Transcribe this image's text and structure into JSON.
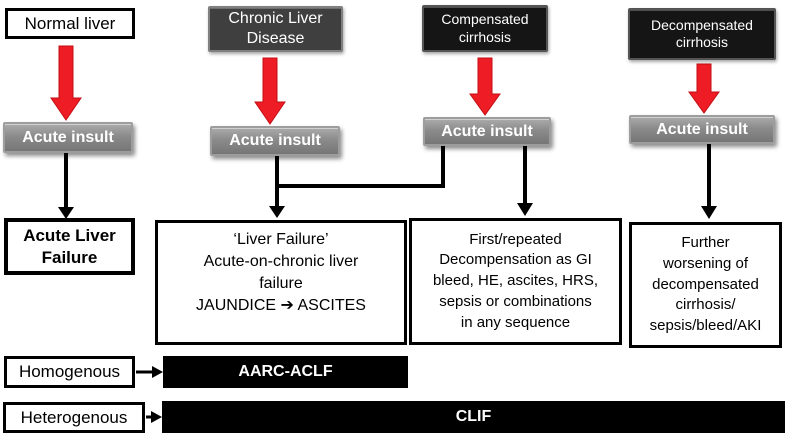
{
  "colors": {
    "red_arrow": "#ee1c24",
    "black_arrow": "#000000",
    "chronic_box_bg": "#3f3f3f",
    "cirrhosis_box_bg": "#151515",
    "acute_insult_bg": "#8b8b8b",
    "bar_bg": "#000000",
    "box_border": "#000000"
  },
  "top_row": {
    "normal_liver": "Normal liver",
    "chronic_liver_disease": "Chronic Liver\nDisease",
    "compensated_cirrhosis": "Compensated\ncirrhosis",
    "decompensated_cirrhosis": "Decompensated\ncirrhosis"
  },
  "labels": {
    "acute_insult": "Acute insult"
  },
  "outcomes": {
    "acute_liver_failure": "Acute Liver\nFailure",
    "aclf": "‘Liver Failure’\nAcute-on-chronic liver\nfailure\nJAUNDICE ➔ ASCITES",
    "decompensation": "First/repeated\nDecompensation as  GI\nbleed, HE, ascites, HRS,\nsepsis or combinations\nin any sequence",
    "further_worsening": "Further\nworsening of\ndecompensated\ncirrhosis/\nsepsis/bleed/AKI"
  },
  "classification": {
    "homogenous_label": "Homogenous",
    "homogenous_bar": "AARC-ACLF",
    "heterogenous_label": "Heterogenous",
    "heterogenous_bar": "CLIF"
  }
}
